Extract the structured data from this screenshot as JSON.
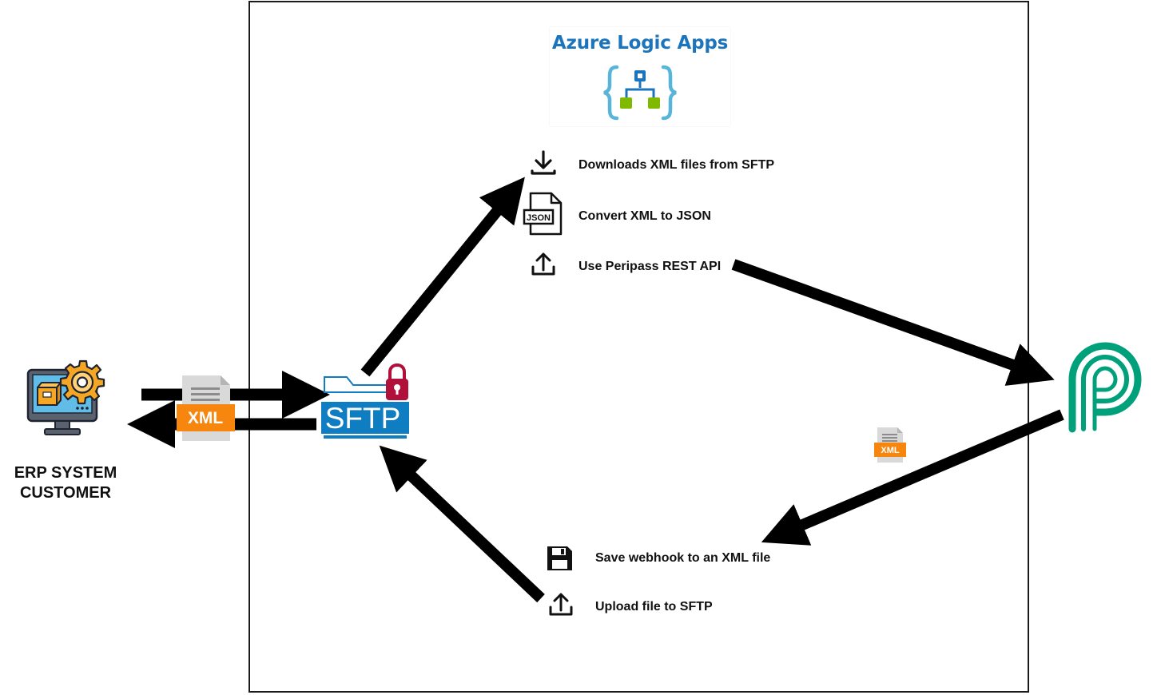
{
  "azure": {
    "title": "Azure Logic Apps"
  },
  "steps_top": [
    {
      "label": "Downloads XML files from SFTP",
      "icon": "download-icon"
    },
    {
      "label": "Convert XML to JSON",
      "icon": "json-file-icon"
    },
    {
      "label": "Use Peripass REST API",
      "icon": "upload-icon"
    }
  ],
  "steps_bottom": [
    {
      "label": "Save webhook to an XML file",
      "icon": "floppy-disk-icon"
    },
    {
      "label": "Upload file to SFTP",
      "icon": "upload-icon"
    }
  ],
  "erp": {
    "line1": "ERP SYSTEM",
    "line2": "CUSTOMER"
  },
  "sftp": {
    "label": "SFTP"
  },
  "xml_badges": {
    "large": "XML",
    "small": "XML"
  },
  "colors": {
    "azure_blue": "#1c75bc",
    "azure_green": "#7fba00",
    "azure_light_blue": "#59b4d9",
    "sftp_blue": "#0f7dc2",
    "lock_red": "#b0103a",
    "xml_orange": "#f7860f",
    "peripass_green": "#00a07a",
    "arrow": "#000000"
  }
}
